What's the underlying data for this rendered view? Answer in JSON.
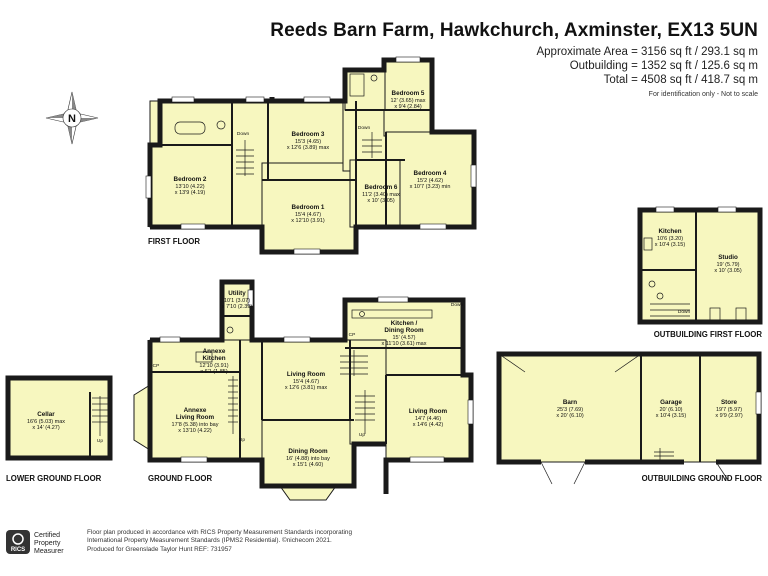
{
  "header": {
    "title": "Reeds Barn Farm, Hawkchurch, Axminster, EX13 5UN",
    "areas": [
      "Approximate Area = 3156 sq ft / 293.1 sq m",
      "Outbuilding = 1352 sq ft / 125.6 sq m",
      "Total = 4508 sq ft / 418.7 sq m"
    ],
    "note": "For identification only - Not to scale"
  },
  "compass_label": "N",
  "floors": {
    "first": "FIRST FLOOR",
    "ground": "GROUND FLOOR",
    "lower_ground": "LOWER GROUND FLOOR",
    "outbuilding_first": "OUTBUILDING FIRST FLOOR",
    "outbuilding_ground": "OUTBUILDING GROUND FLOOR"
  },
  "rooms": {
    "bedroom2": {
      "name": "Bedroom 2",
      "dims": [
        "13'10 (4.22)",
        "x 13'9 (4.19)"
      ]
    },
    "bedroom3": {
      "name": "Bedroom 3",
      "dims": [
        "15'3 (4.65)",
        "x 12'6 (3.89) max"
      ]
    },
    "bedroom1": {
      "name": "Bedroom 1",
      "dims": [
        "15'4 (4.67)",
        "x 12'10 (3.91)"
      ]
    },
    "bedroom5": {
      "name": "Bedroom 5",
      "dims": [
        "12' (3.65) max",
        "x 9'4 (2.84)"
      ]
    },
    "bedroom4": {
      "name": "Bedroom 4",
      "dims": [
        "15'2 (4.62)",
        "x 10'7 (3.23) min"
      ]
    },
    "bedroom6": {
      "name": "Bedroom 6",
      "dims": [
        "11'2 (3.40) max",
        "x 10' (3.05)"
      ]
    },
    "utility": {
      "name": "Utility",
      "dims": [
        "10'1 (3.07)",
        "x 7'10 (2.39)"
      ]
    },
    "kitchen_dining": {
      "name": "Kitchen /",
      "name2": "Dining Room",
      "dims": [
        "15' (4.57)",
        "x 11'10 (3.61) max"
      ]
    },
    "annexe_kitchen": {
      "name": "Annexe",
      "name2": "Kitchen",
      "dims": [
        "12'10 (3.91)",
        "x 6'1 (1.85)"
      ]
    },
    "living_room_main": {
      "name": "Living Room",
      "dims": [
        "15'4 (4.67)",
        "x 12'6 (3.81) max"
      ]
    },
    "annexe_living": {
      "name": "Annexe",
      "name2": "Living Room",
      "dims": [
        "17'8 (5.38) into bay",
        "x 13'10 (4.22)"
      ]
    },
    "living_room_2": {
      "name": "Living Room",
      "dims": [
        "14'7 (4.46)",
        "x 14'6 (4.42)"
      ]
    },
    "dining_room": {
      "name": "Dining Room",
      "dims": [
        "16' (4.88) into bay",
        "x 15'1 (4.60)"
      ]
    },
    "cellar": {
      "name": "Cellar",
      "dims": [
        "16'6 (5.03) max",
        "x 14' (4.27)"
      ]
    },
    "kitchen_out": {
      "name": "Kitchen",
      "dims": [
        "10'6 (3.20)",
        "x 10'4 (3.15)"
      ]
    },
    "studio": {
      "name": "Studio",
      "dims": [
        "19' (5.79)",
        "x 10' (3.05)"
      ]
    },
    "barn": {
      "name": "Barn",
      "dims": [
        "25'3 (7.69)",
        "x 20' (6.10)"
      ]
    },
    "garage": {
      "name": "Garage",
      "dims": [
        "20' (6.10)",
        "x 10'4 (3.15)"
      ]
    },
    "store": {
      "name": "Store",
      "dims": [
        "19'7 (5.97)",
        "x 9'9 (2.97)"
      ]
    }
  },
  "stair_labels": {
    "down": "Down",
    "up": "Up"
  },
  "fixture_labels": {
    "cp": "CP"
  },
  "footer": {
    "lines": [
      "Floor plan produced in accordance with RICS Property Measurement Standards incorporating",
      "International Property Measurement Standards (IPMS2 Residential).  ©nichecom 2021.",
      "Produced for Greenslade Taylor Hunt    REF: 731957"
    ],
    "badge_lines": [
      "Certified",
      "Property",
      "Measurer"
    ],
    "badge_logo": "RICS"
  },
  "colors": {
    "floor_fill": "#f7f7bf",
    "wall": "#1a1a1a"
  }
}
